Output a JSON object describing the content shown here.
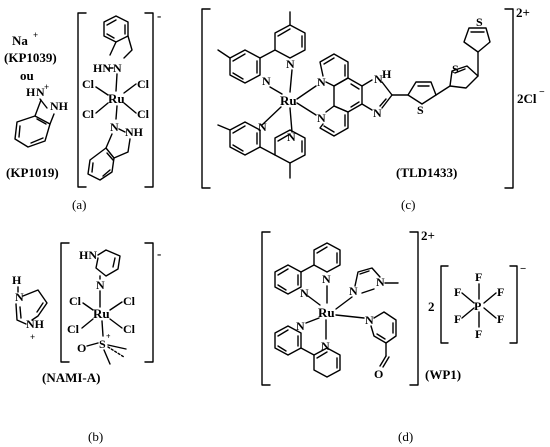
{
  "panels": {
    "a": {
      "caption": "(a)",
      "counterion": "Na",
      "counterion_charge": "+",
      "name1": "(KP1039)",
      "ou": "ou",
      "name2": "(KP1019)",
      "charge": "-",
      "atoms": {
        "ru": "Ru",
        "cl": "Cl",
        "hn_n": "HN",
        "n": "N",
        "nh": "NH",
        "hplus": "H",
        "plus": "+"
      }
    },
    "b": {
      "caption": "(b)",
      "name": "(NAMI-A)",
      "charge": "-",
      "atoms": {
        "ru": "Ru",
        "cl": "Cl",
        "hn": "HN",
        "n": "N",
        "s": "S",
        "o": "O",
        "h": "H",
        "nh": "NH",
        "plus": "+",
        "s_plus": "+"
      }
    },
    "c": {
      "caption": "(c)",
      "name": "(TLD1433)",
      "charge": "2+",
      "counter": "2Cl",
      "counter_charge": "−",
      "atoms": {
        "ru": "Ru",
        "n": "N",
        "s": "S",
        "h": "H"
      }
    },
    "d": {
      "caption": "(d)",
      "name": "(WP1)",
      "charge": "2+",
      "anion_coef": "2",
      "anion_charge": "−",
      "atoms": {
        "ru": "Ru",
        "n": "N",
        "o": "O",
        "p": "P",
        "f": "F"
      }
    }
  }
}
